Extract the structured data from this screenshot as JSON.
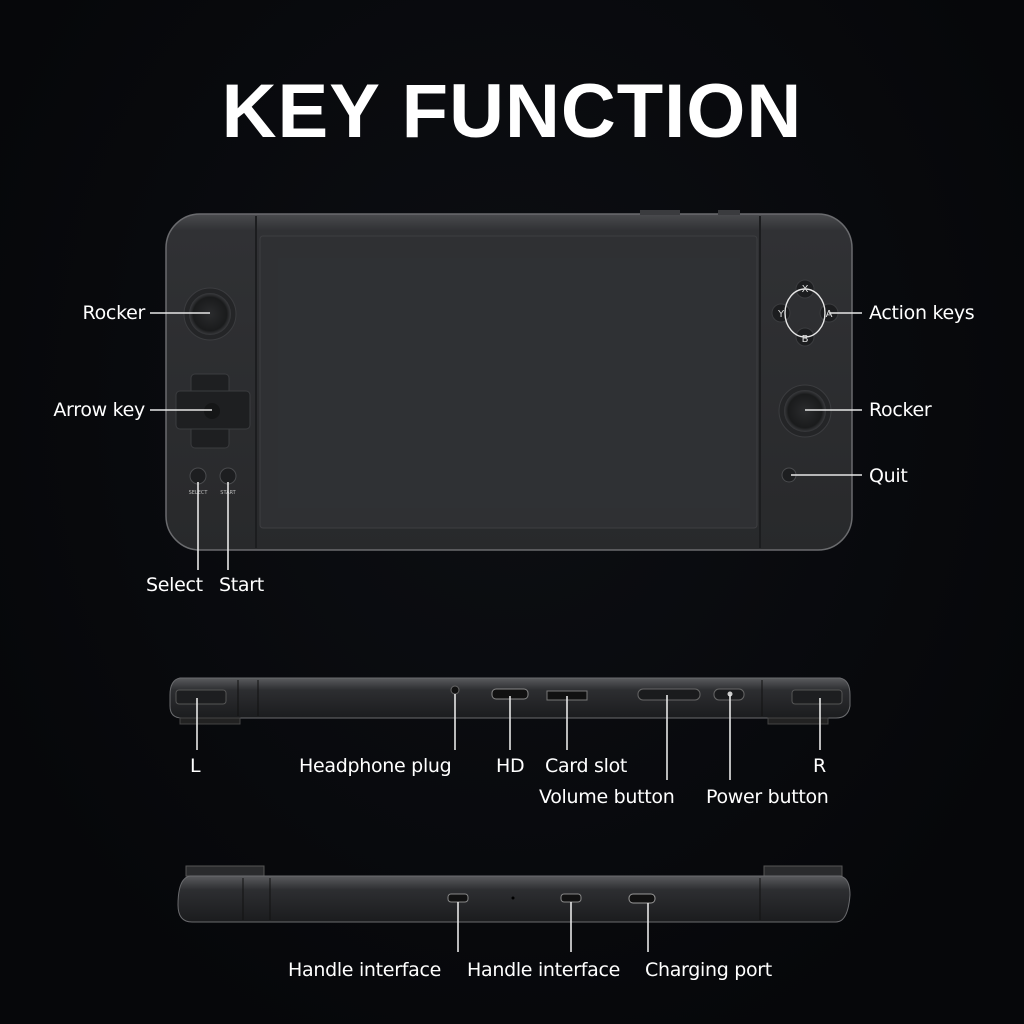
{
  "title": "KEY FUNCTION",
  "front_view": {
    "labels": {
      "rocker_left": "Rocker",
      "arrow_key": "Arrow key",
      "select": "Select",
      "start": "Start",
      "action_keys": "Action keys",
      "rocker_right": "Rocker",
      "quit": "Quit"
    },
    "device_printed": {
      "select": "SELECT",
      "start": "START",
      "key_x": "X",
      "key_y": "Y",
      "key_a": "A",
      "key_b": "B"
    }
  },
  "top_view": {
    "labels": {
      "l": "L",
      "headphone_plug": "Headphone plug",
      "hd": "HD",
      "card_slot": "Card slot",
      "volume_button": "Volume button",
      "power_button": "Power button",
      "r": "R"
    }
  },
  "bottom_view": {
    "labels": {
      "handle_interface_1": "Handle interface",
      "handle_interface_2": "Handle interface",
      "charging_port": "Charging port"
    }
  },
  "colors": {
    "background": "#07080b",
    "device": "#2e2f32",
    "text": "#ffffff"
  }
}
